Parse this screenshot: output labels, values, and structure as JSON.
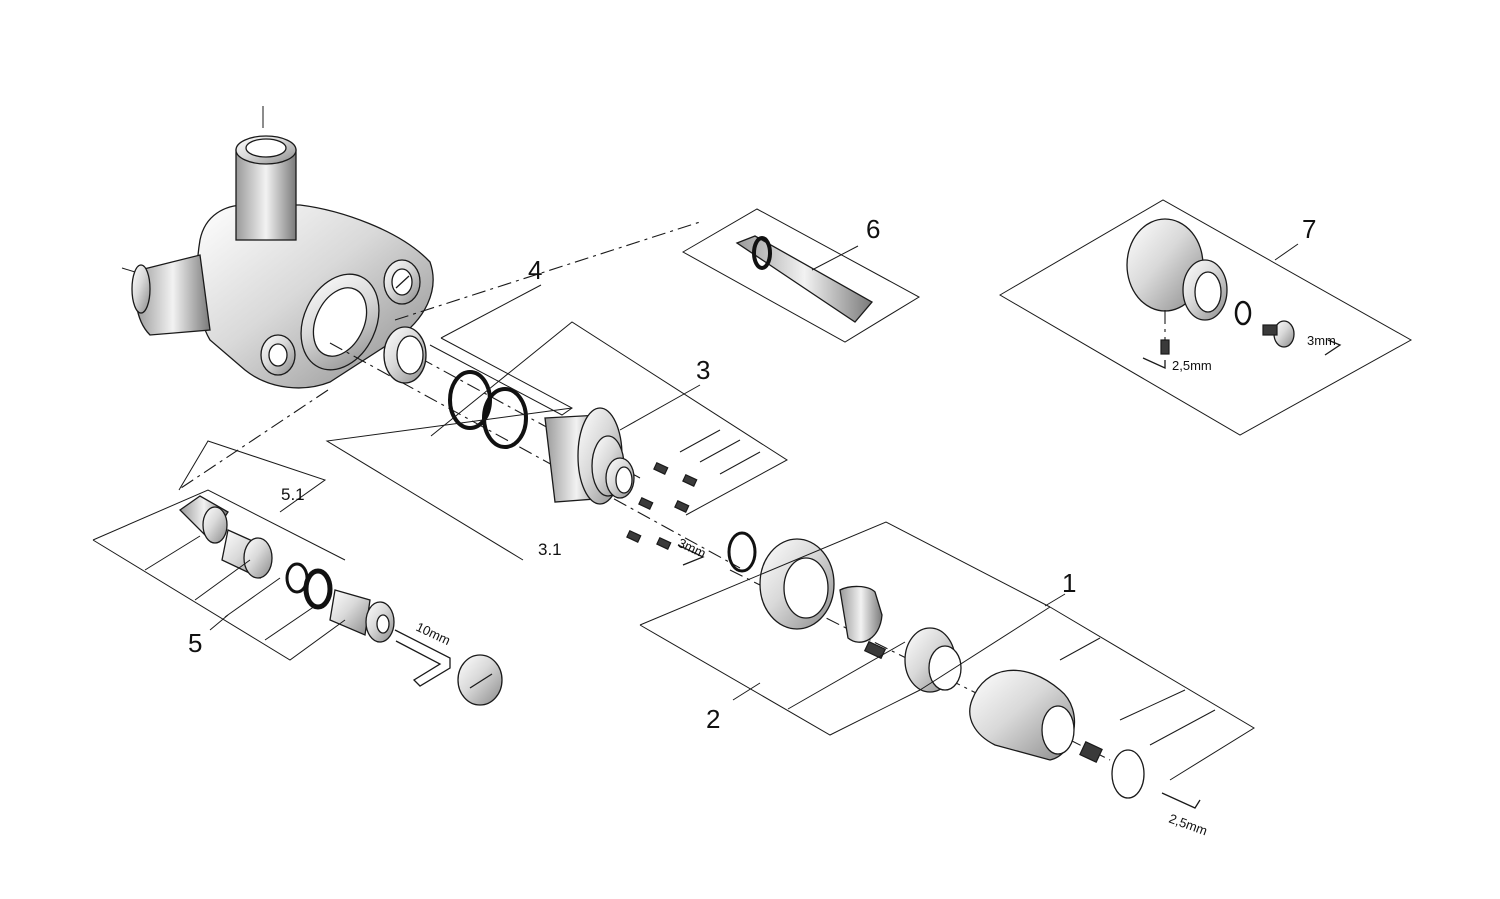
{
  "parts": {
    "p1": "1",
    "p2": "2",
    "p3": "3",
    "p3_1": "3.1",
    "p4": "4",
    "p5": "5",
    "p5_1": "5.1",
    "p6": "6",
    "p7": "7"
  },
  "tools": {
    "hex_3mm_cartridge": "3mm",
    "hex_10mm": "10mm",
    "hex_25mm_knob": "2,5mm",
    "hex_25mm_kit": "2,5mm",
    "hex_3mm_kit": "3mm"
  }
}
